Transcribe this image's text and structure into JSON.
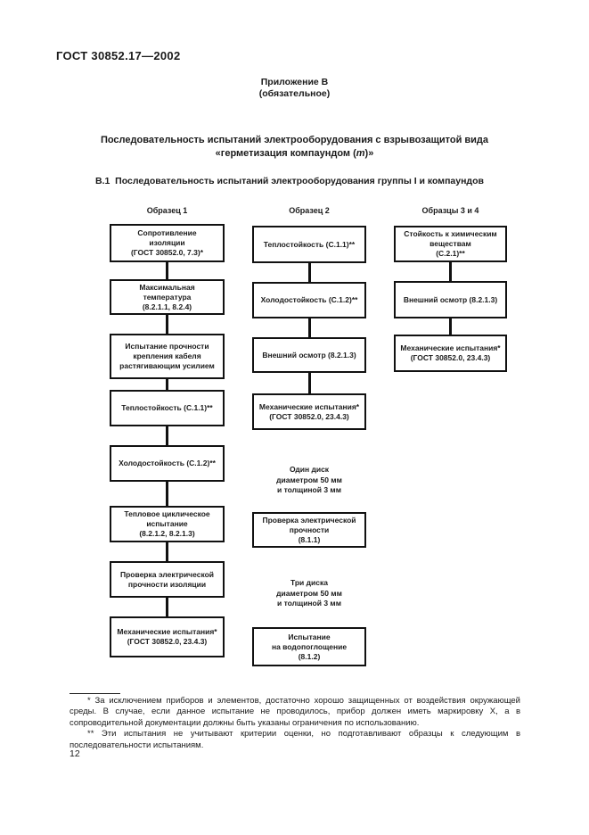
{
  "page": {
    "doc_number": "ГОСТ 30852.17—2002",
    "page_number": "12"
  },
  "appendix": {
    "title": "Приложение В",
    "kind": "(обязательное)"
  },
  "title": {
    "line1": "Последовательность испытаний электрооборудования с взрывозащитой вида",
    "line2_pre": "«герметизация компаундом (",
    "line2_em": "m",
    "line2_post": ")»"
  },
  "section_heading": "В.1  Последовательность испытаний электрооборудования группы I и компаундов",
  "flowchart": {
    "columns": [
      {
        "header": "Образец 1",
        "boxes": [
          "Сопротивление\nизоляции\n(ГОСТ 30852.0, 7.3)*",
          "Максимальная\nтемпература\n(8.2.1.1, 8.2.4)",
          "Испытание прочности\nкрепления кабеля\nрастягивающим усилием",
          "Теплостойкость (С.1.1)**",
          "Холодостойкость (С.1.2)**",
          "Тепловое циклическое\nиспытание\n(8.2.1.2, 8.2.1.3)",
          "Проверка электрической\nпрочности изоляции",
          "Механические испытания*\n(ГОСТ 30852.0, 23.4.3)"
        ]
      },
      {
        "header": "Образец 2",
        "boxes": [
          "Теплостойкость (С.1.1)**",
          "Холодостойкость (С.1.2)**",
          "Внешний осмотр (8.2.1.3)",
          "Механические испытания*\n(ГОСТ 30852.0, 23.4.3)",
          "Проверка электрической\nпрочности\n(8.1.1)",
          "Испытание\nна водопоглощение\n(8.1.2)"
        ],
        "labels": [
          "Один диск\nдиаметром 50 мм\nи толщиной 3 мм",
          "Три диска\nдиаметром 50 мм\nи толщиной 3 мм"
        ]
      },
      {
        "header": "Образцы 3 и 4",
        "boxes": [
          "Стойкость к химическим\nвеществам\n(С.2.1)**",
          "Внешний осмотр (8.2.1.3)",
          "Механические испытания*\n(ГОСТ 30852.0, 23.4.3)"
        ]
      }
    ]
  },
  "footnotes": [
    "* За исключением приборов и элементов, достаточно хорошо защищенных от воздействия окружающей среды. В случае, если данное испытание не проводилось, прибор должен иметь маркировку X, а в сопроводительной документации должны быть указаны ограничения по использованию.",
    "** Эти испытания не учитывают критерии оценки, но подготавливают образцы к следующим в последовательности испытаниям."
  ]
}
